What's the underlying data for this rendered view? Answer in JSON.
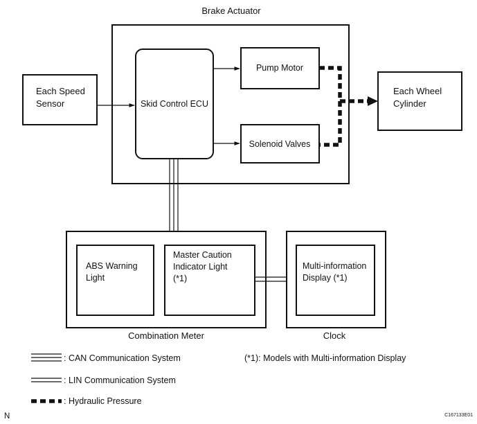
{
  "diagram": {
    "brake_actuator": {
      "title": "Brake Actuator"
    },
    "speed_sensor": {
      "label_lines": [
        "Each Speed",
        "Sensor"
      ]
    },
    "skid_ecu": {
      "label": "Skid Control ECU"
    },
    "pump_motor": {
      "label": "Pump Motor"
    },
    "solenoid_valves": {
      "label": "Solenoid Valves"
    },
    "wheel_cylinder": {
      "label_lines": [
        "Each Wheel",
        "Cylinder"
      ]
    },
    "combination_meter": {
      "title": "Combination Meter",
      "abs_light": {
        "label_lines": [
          "ABS Warning",
          "Light"
        ]
      },
      "master_caution": {
        "label_lines": [
          "Master Caution",
          "Indicator Light",
          "(*1)"
        ]
      }
    },
    "clock": {
      "title": "Clock",
      "multi_display": {
        "label_lines": [
          "Multi-information",
          "Display (*1)"
        ]
      }
    }
  },
  "legend": {
    "can": ": CAN Communication System",
    "lin": ": LIN Communication System",
    "hydraulic": ": Hydraulic Pressure",
    "note": "(*1): Models with Multi-information Display"
  },
  "footer": {
    "left_mark": "N",
    "figure_code": "C167133E01"
  },
  "colors": {
    "line": "#111111",
    "background": "#ffffff"
  }
}
